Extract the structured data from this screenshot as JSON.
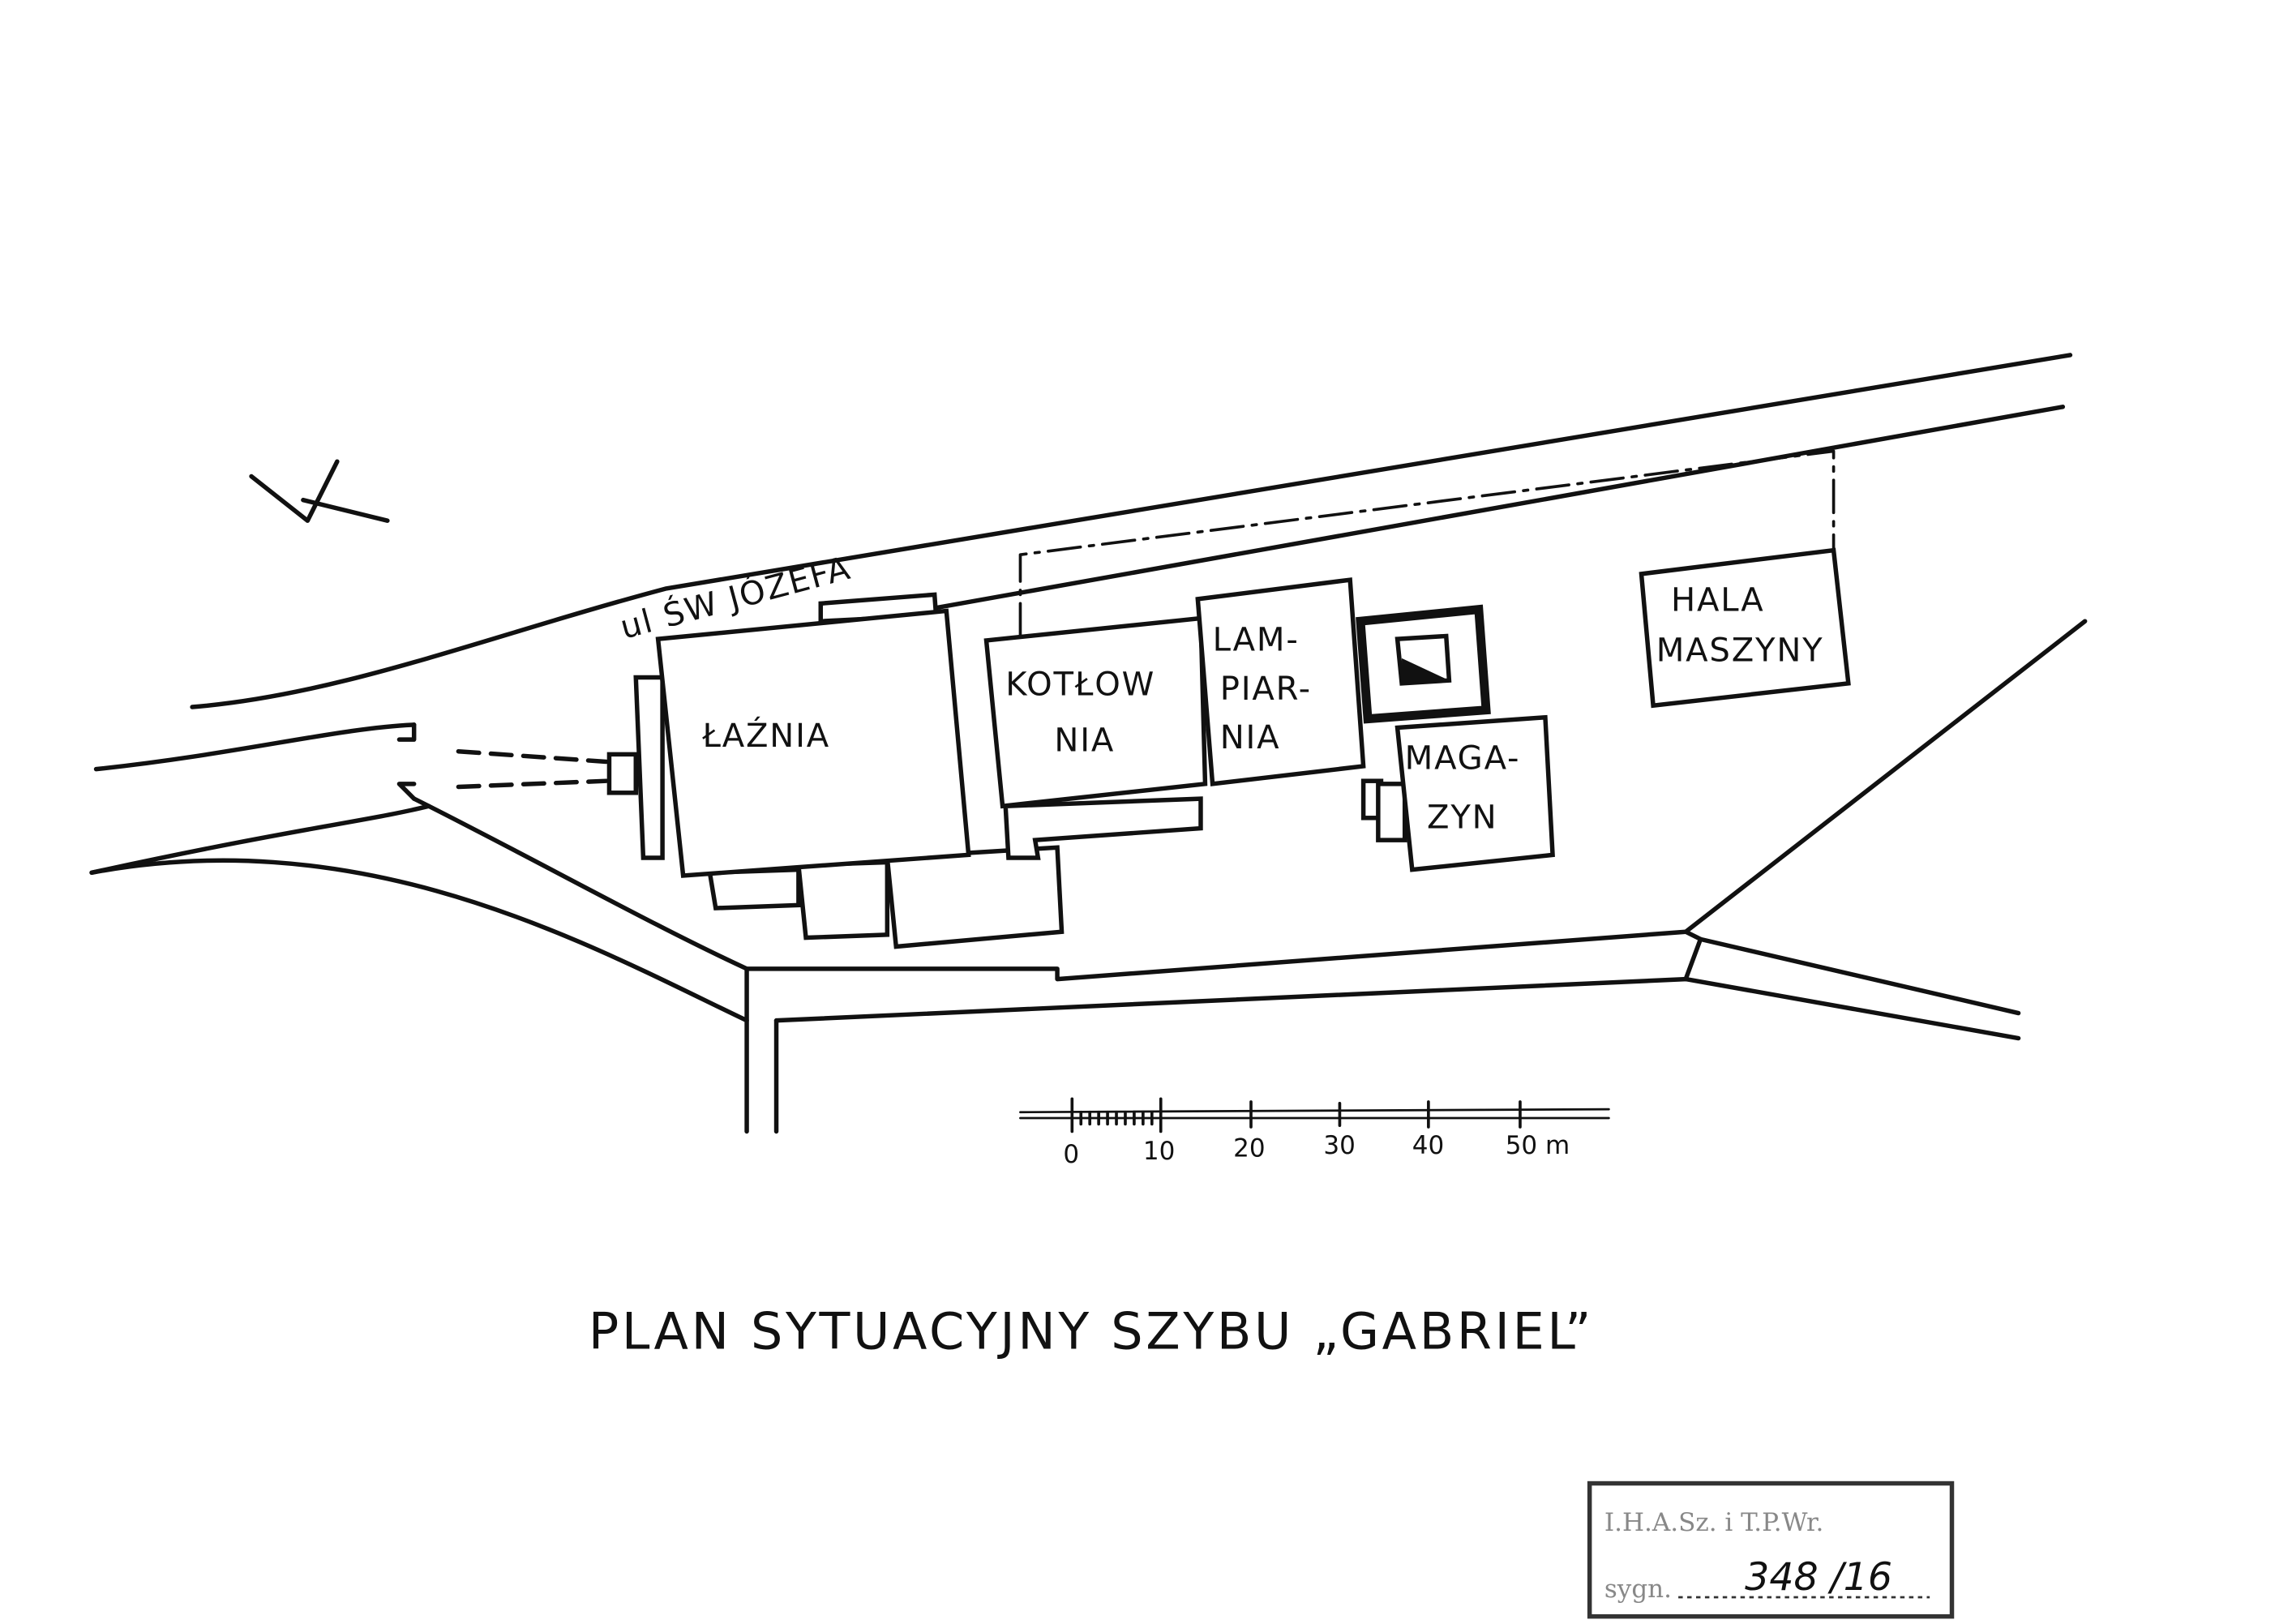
{
  "street": "ul ŚW JÓZEFA",
  "buildings": {
    "laznia": "ŁAŹNIA",
    "kotlownia": [
      "KOTŁOW",
      "NIA"
    ],
    "lampiarnia": [
      "LAM-",
      "PIAR-",
      "NIA"
    ],
    "magazyn": [
      "MAGA-",
      "ZYN"
    ],
    "hala": [
      "HALA",
      "MASZYNY"
    ]
  },
  "scale": {
    "ticks": [
      "0",
      "10",
      "20",
      "30",
      "40",
      "50 m"
    ]
  },
  "title": "PLAN SYTUACYJNY SZYBU „GABRIEL”",
  "stamp": {
    "institution": "I.H.A.Sz. i T.P.Wr.",
    "label": "sygn.",
    "number": "348 /16"
  }
}
